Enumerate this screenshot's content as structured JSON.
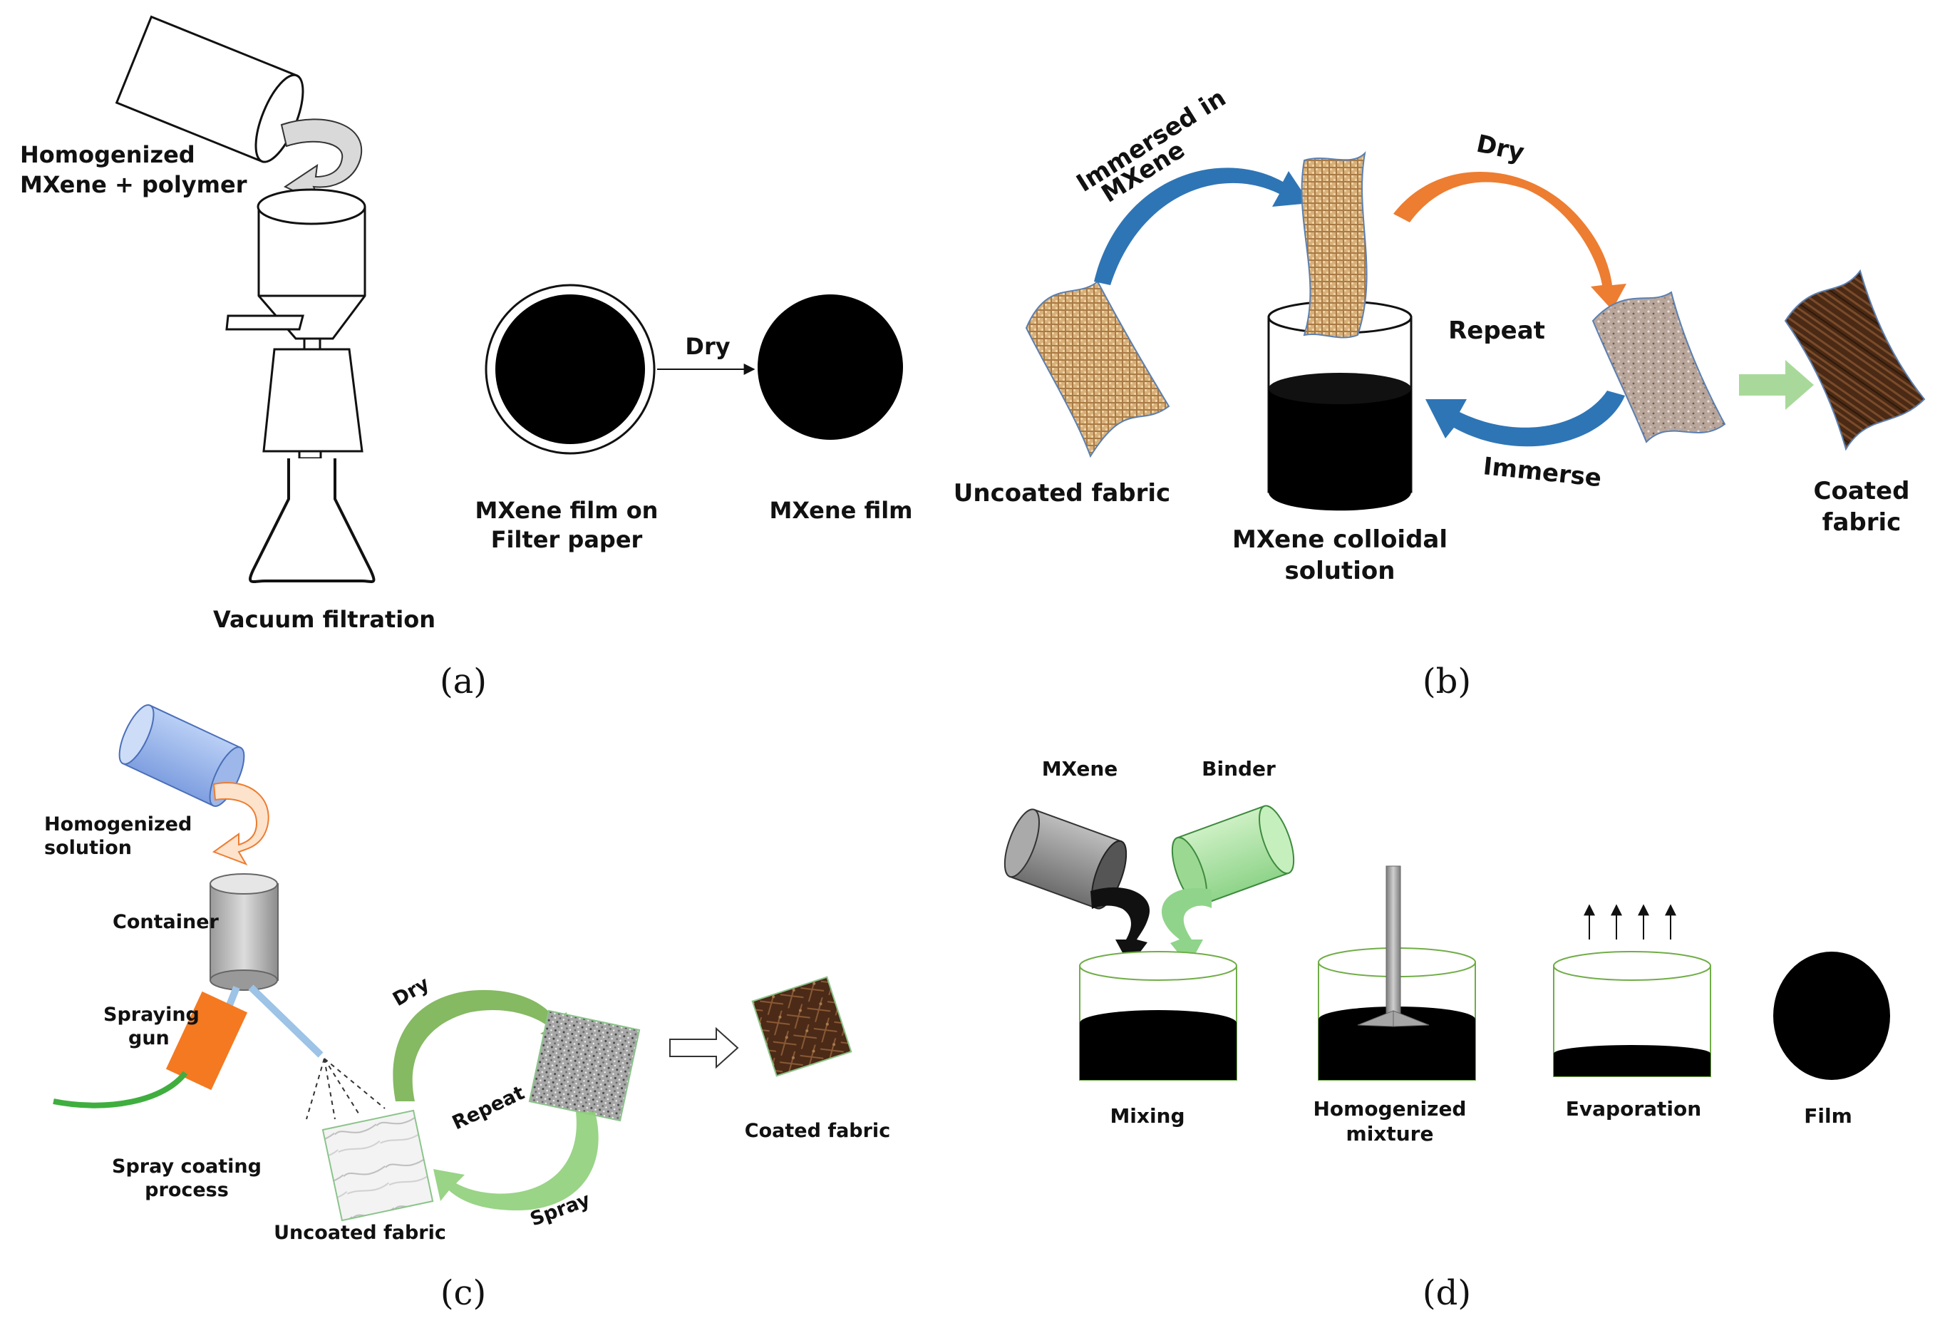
{
  "panel_a": {
    "caption": "(a)",
    "homogenized": [
      "Homogenized",
      "MXene + polymer"
    ],
    "vacuum": "Vacuum filtration",
    "dry": "Dry",
    "film_on_paper": [
      "MXene film on",
      "Filter paper"
    ],
    "film": "MXene film"
  },
  "panel_b": {
    "caption": "(b)",
    "immersed": [
      "Immersed in",
      "MXene"
    ],
    "dry": "Dry",
    "repeat": "Repeat",
    "immerse": "Immerse",
    "uncoated": "Uncoated fabric",
    "colloidal": [
      "MXene colloidal",
      "solution"
    ],
    "coated": [
      "Coated",
      "fabric"
    ]
  },
  "panel_c": {
    "caption": "(c)",
    "homogenized": [
      "Homogenized",
      "solution"
    ],
    "container": "Container",
    "gun": [
      "Spraying",
      "gun"
    ],
    "process": [
      "Spray coating",
      "process"
    ],
    "dry": "Dry",
    "repeat": "Repeat",
    "spray": "Spray",
    "uncoated": "Uncoated fabric",
    "coated": "Coated fabric"
  },
  "panel_d": {
    "caption": "(d)",
    "mxene": "MXene",
    "binder": "Binder",
    "mixing": "Mixing",
    "homogenized": [
      "Homogenized",
      "mixture"
    ],
    "evaporation": "Evaporation",
    "film": "Film"
  },
  "colors": {
    "blue_arrow": "#2e75b6",
    "orange_arrow": "#ed7d31",
    "green_arrow": "#70ad47",
    "black_fill": "#000000"
  }
}
